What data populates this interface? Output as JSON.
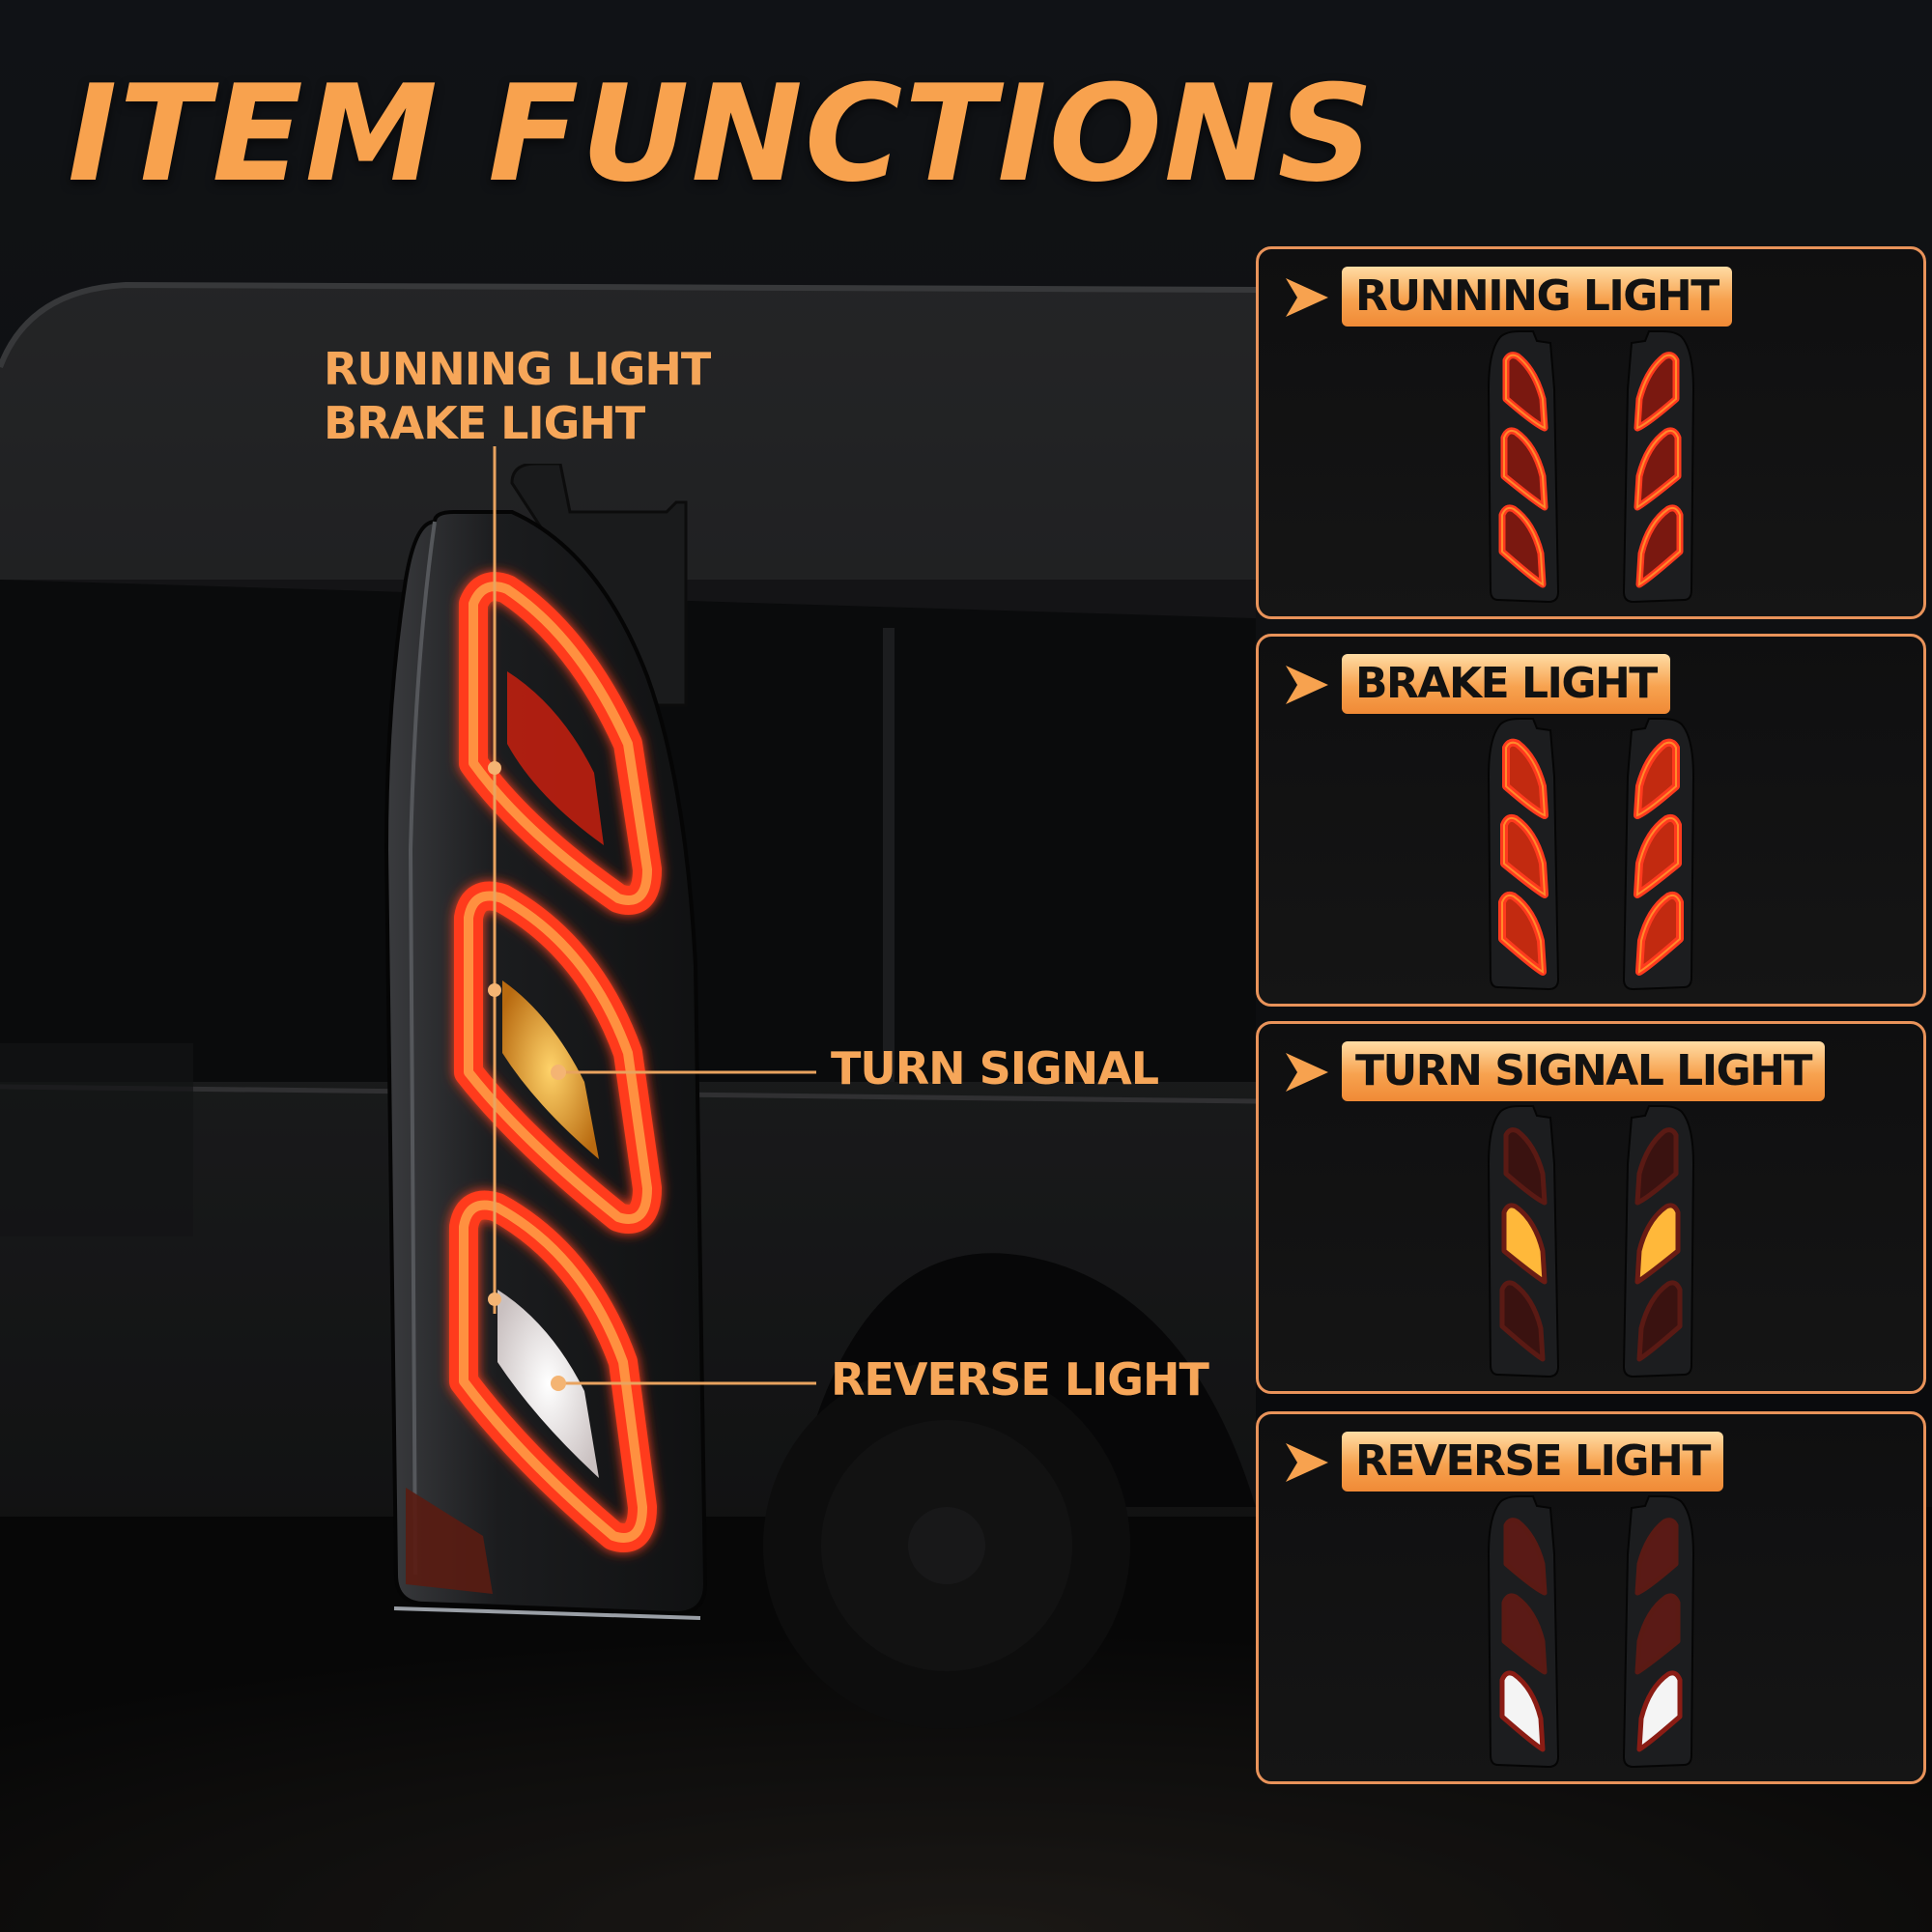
{
  "headline": "ITEM FUNCTIONS",
  "callouts": {
    "top": [
      "RUNNING LIGHT",
      "BRAKE LIGHT"
    ],
    "turn": "TURN SIGNAL",
    "reverse": "REVERSE LIGHT"
  },
  "panels": [
    {
      "label": "RUNNING LIGHT",
      "mode": "running"
    },
    {
      "label": "BRAKE LIGHT",
      "mode": "brake"
    },
    {
      "label": "TURN SIGNAL LIGHT",
      "mode": "turn"
    },
    {
      "label": "REVERSE LIGHT",
      "mode": "reverse"
    }
  ],
  "colors": {
    "accent": "#f7a24f",
    "panel_border": "#e9935a",
    "led_red": "#ff3a1e",
    "led_orange": "#ff8a2a",
    "led_amber": "#ffb83a",
    "led_white": "#f4f4f4"
  }
}
